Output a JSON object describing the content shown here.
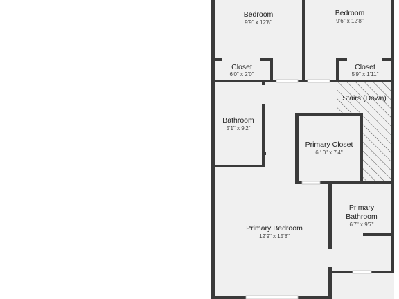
{
  "rooms": [
    {
      "name": "Bedroom",
      "dims": "9'9\" x 12'8\""
    },
    {
      "name": "Bedroom",
      "dims": "9'6\" x 12'8\""
    },
    {
      "name": "Closet",
      "dims": "6'0\" x 2'0\""
    },
    {
      "name": "Closet",
      "dims": "5'9\" x 1'11\""
    },
    {
      "name": "Stairs (Down)"
    },
    {
      "name": "Bathroom",
      "dims": "5'1\" x 9'2\""
    },
    {
      "name": "Primary Closet",
      "dims": "6'10\" x 7'4\""
    },
    {
      "name": "Primary",
      "name2": "Bathroom",
      "dims": "6'7\" x 9'7\""
    },
    {
      "name": "Primary Bedroom",
      "dims": "12'9\" x 15'8\""
    }
  ],
  "colors": {
    "wall": "#3a3a3a",
    "floor": "#f0f0f0",
    "stair_hatch": "#555555",
    "opening": "#ffffff",
    "text": "#222222"
  }
}
